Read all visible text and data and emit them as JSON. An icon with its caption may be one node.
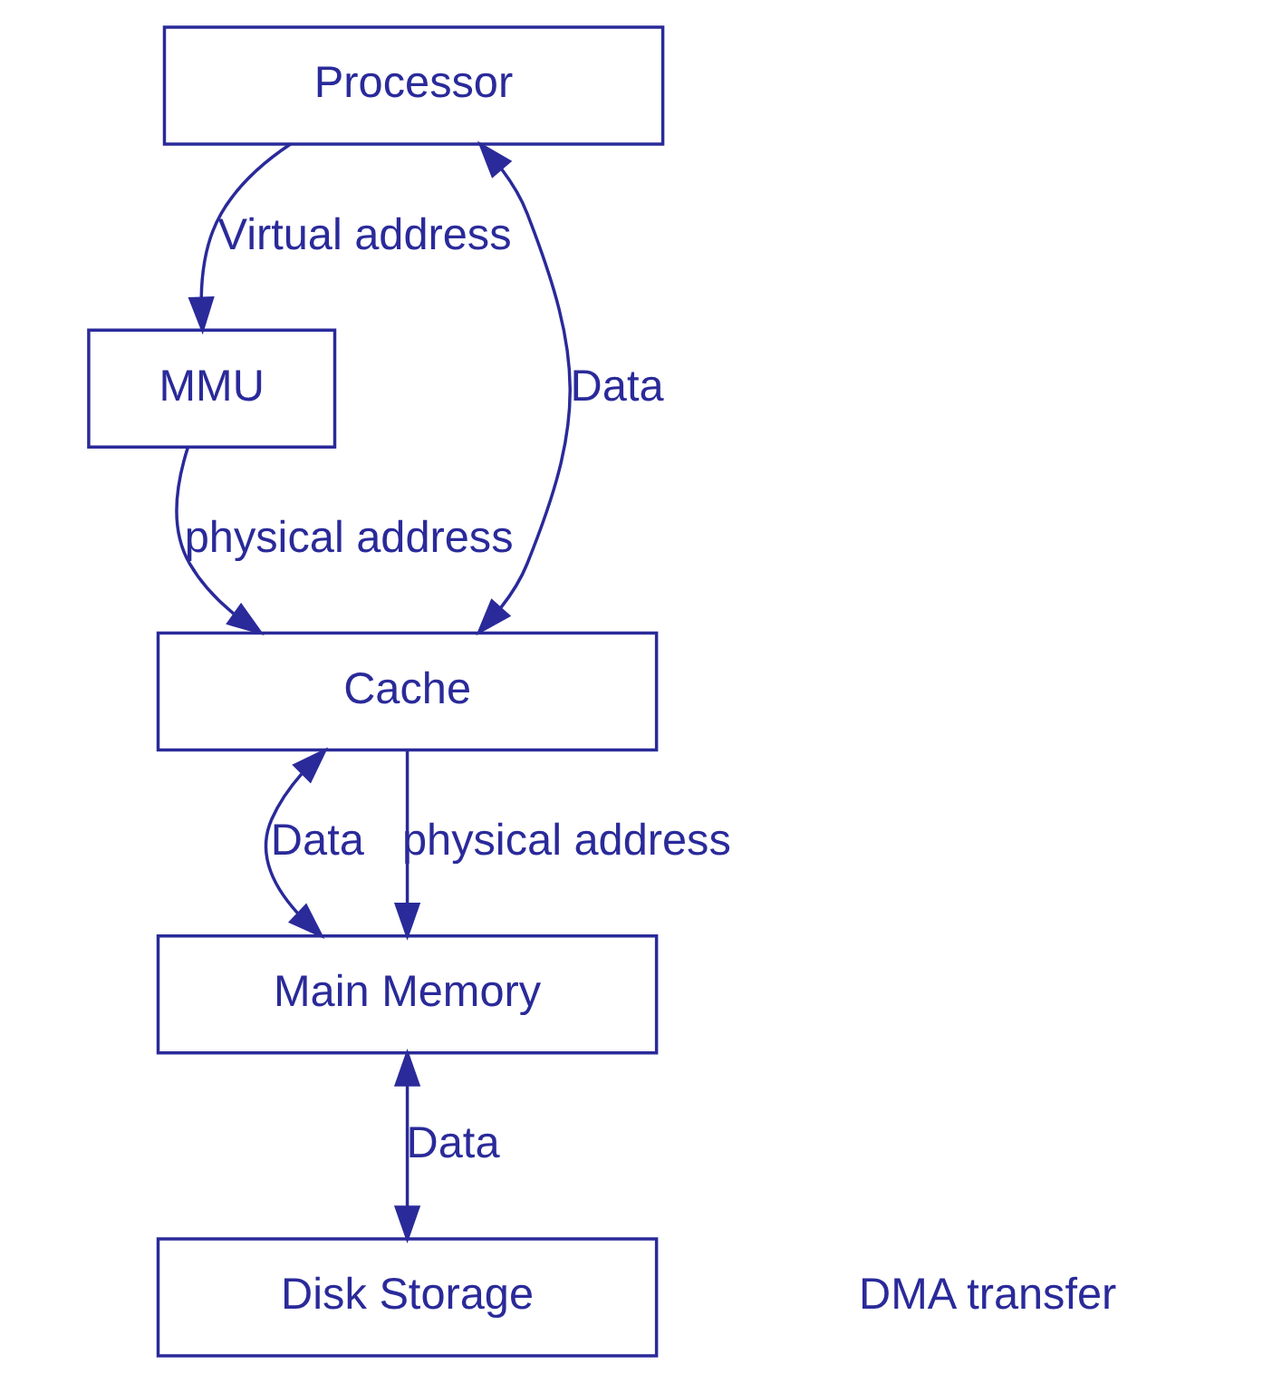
{
  "diagram": {
    "nodes": [
      {
        "text": [
          "Processor"
        ]
      },
      {
        "text": [
          "MMU"
        ]
      },
      {
        "text": [
          "Cache"
        ]
      },
      {
        "text": [
          "Main Memory"
        ]
      },
      {
        "text": [
          "Disk Storage"
        ]
      }
    ],
    "edges": [
      {
        "from": 0,
        "to": 2,
        "arrow": "both",
        "label": "Data"
      },
      {
        "from": 0,
        "to": 1,
        "arrow": "to",
        "label": "Virtual address"
      },
      {
        "from": 1,
        "to": 2,
        "arrow": "to",
        "label": "physical address"
      },
      {
        "from": 2,
        "to": 3,
        "arrow": "both",
        "label": "Data"
      },
      {
        "from": 2,
        "to": 3,
        "arrow": "to",
        "label": "physical address"
      },
      {
        "from": 3,
        "to": 4,
        "arrow": "both",
        "label": "Data"
      }
    ],
    "labels": [
      "DMA transfer"
    ]
  }
}
